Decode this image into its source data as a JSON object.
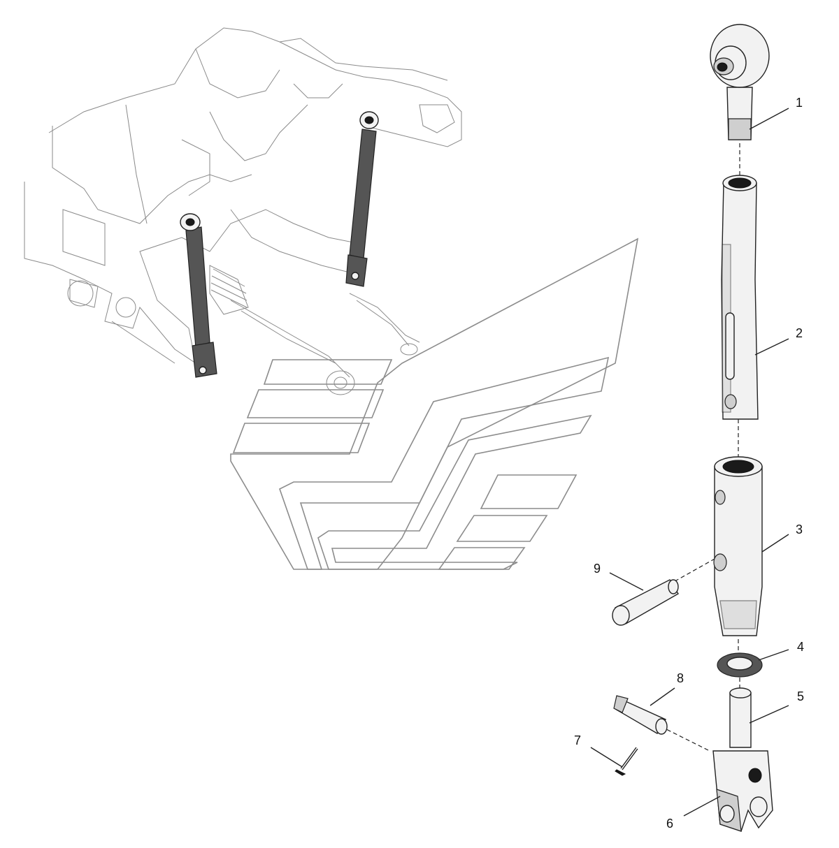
{
  "callouts": [
    {
      "id": "1",
      "label": "1"
    },
    {
      "id": "2",
      "label": "2"
    },
    {
      "id": "3",
      "label": "3"
    },
    {
      "id": "4",
      "label": "4"
    },
    {
      "id": "5",
      "label": "5"
    },
    {
      "id": "6",
      "label": "6"
    },
    {
      "id": "7",
      "label": "7"
    },
    {
      "id": "8",
      "label": "8"
    },
    {
      "id": "9",
      "label": "9"
    }
  ],
  "colors": {
    "line": "#222222",
    "part_fill": "#f2f2f2",
    "shade": "#cfcfcf",
    "watermark": "#8c8c8c"
  }
}
